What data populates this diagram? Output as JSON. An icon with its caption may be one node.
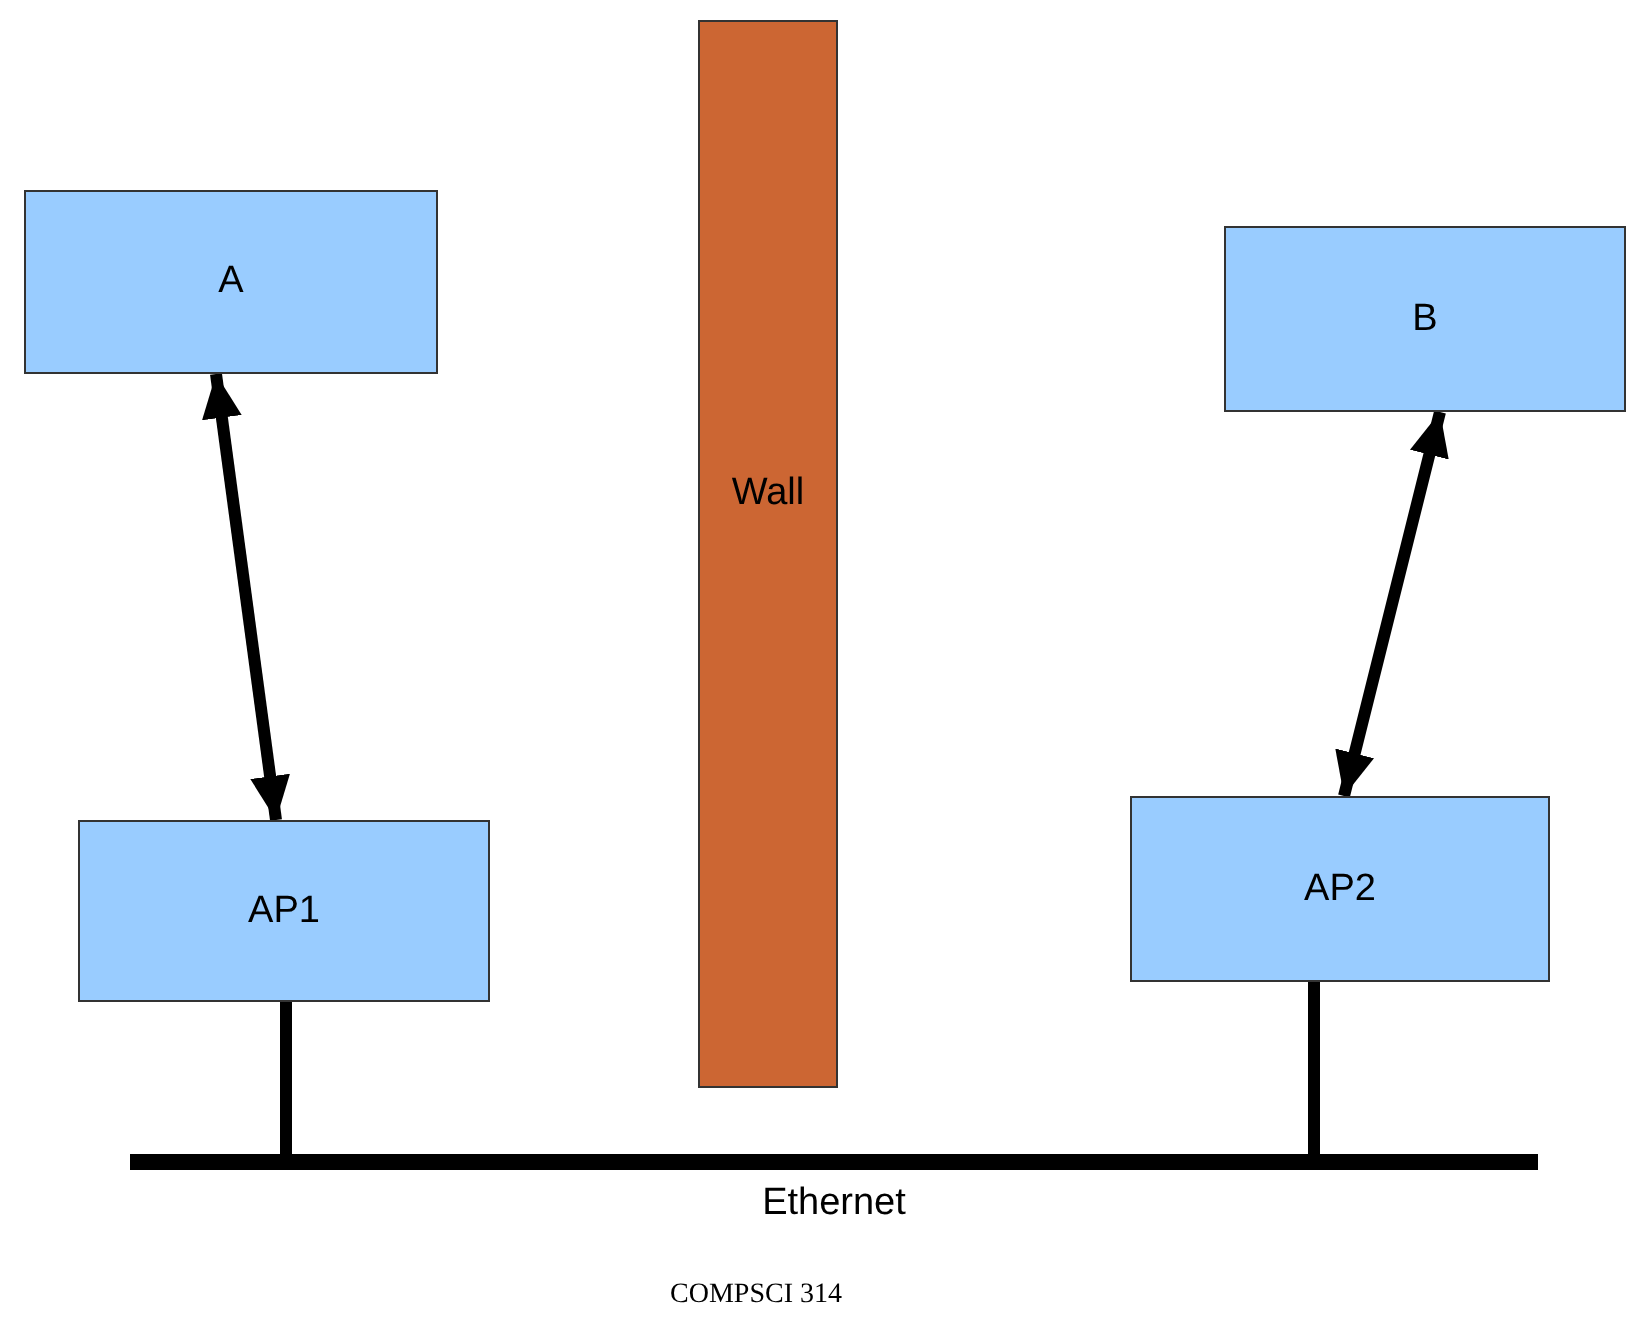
{
  "diagram": {
    "nodes": [
      {
        "text": [
          "A"
        ]
      },
      {
        "text": [
          "B"
        ]
      },
      {
        "text": [
          "Wall"
        ]
      },
      {
        "text": [
          "AP1"
        ]
      },
      {
        "text": [
          "AP2"
        ]
      },
      {
        "text": [
          "Ethernet"
        ]
      }
    ],
    "edges": [
      {
        "from": 0,
        "to": 3,
        "arrow": "both"
      },
      {
        "from": 1,
        "to": 4,
        "arrow": "both"
      },
      {
        "from": 3,
        "to": 5,
        "arrow": "none"
      },
      {
        "from": 4,
        "to": 5,
        "arrow": "none"
      }
    ],
    "labels": [
      "COMPSCI 314"
    ]
  }
}
